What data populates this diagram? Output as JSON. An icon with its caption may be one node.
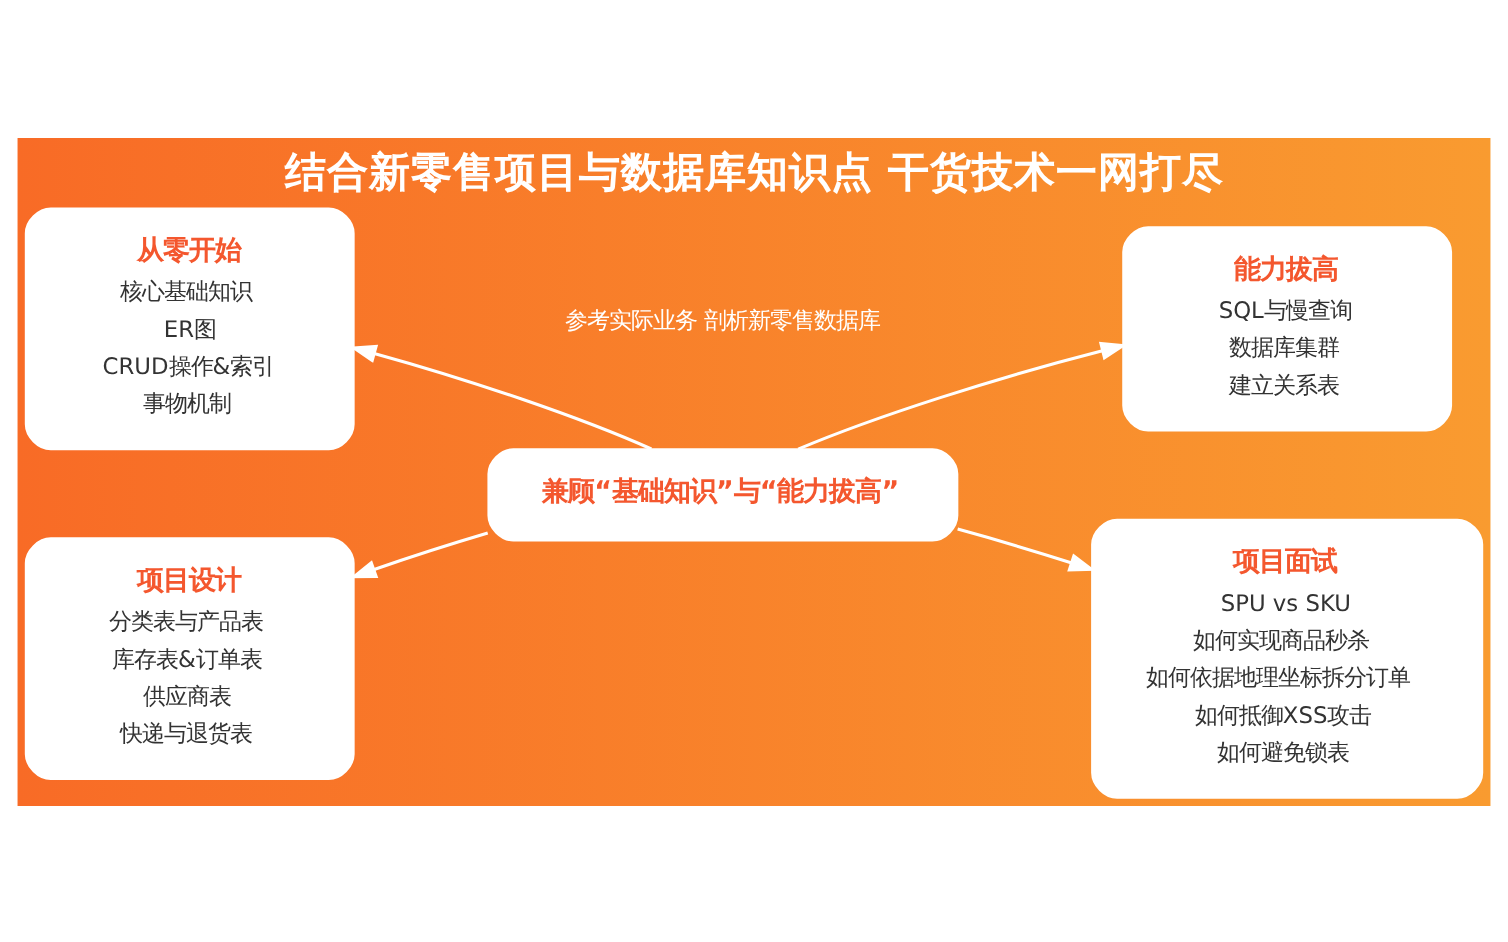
{
  "diagram": {
    "title": "结合新零售项目与数据库知识点 干货技术一网打尽",
    "nodes": [
      {
        "text": [
          "兼顾“基础知识”与“能力拔高”"
        ]
      },
      {
        "text": [
          "从零开始",
          "核心基础知识",
          "ER图",
          "CRUD操作&索引",
          "事物机制"
        ]
      },
      {
        "text": [
          "项目设计",
          "分类表与产品表",
          "库存表&订单表",
          "供应商表",
          "快递与退货表"
        ]
      },
      {
        "text": [
          "能力拔高",
          "SQL与慢查询",
          "数据库集群",
          "建立关系表"
        ]
      },
      {
        "text": [
          "项目面试",
          "SPU vs SKU",
          "如何实现商品秒杀",
          "如何依据地理坐标拆分订单",
          "如何抵御XSS攻击",
          "如何避免锁表"
        ]
      }
    ],
    "edges": [
      {
        "from": 0,
        "to": 1,
        "arrow": "to"
      },
      {
        "from": 0,
        "to": 2,
        "arrow": "to"
      },
      {
        "from": 0,
        "to": 3,
        "arrow": "to"
      },
      {
        "from": 0,
        "to": 4,
        "arrow": "to"
      }
    ],
    "labels": [
      "参考实际业务 剖析新零售数据库"
    ]
  }
}
